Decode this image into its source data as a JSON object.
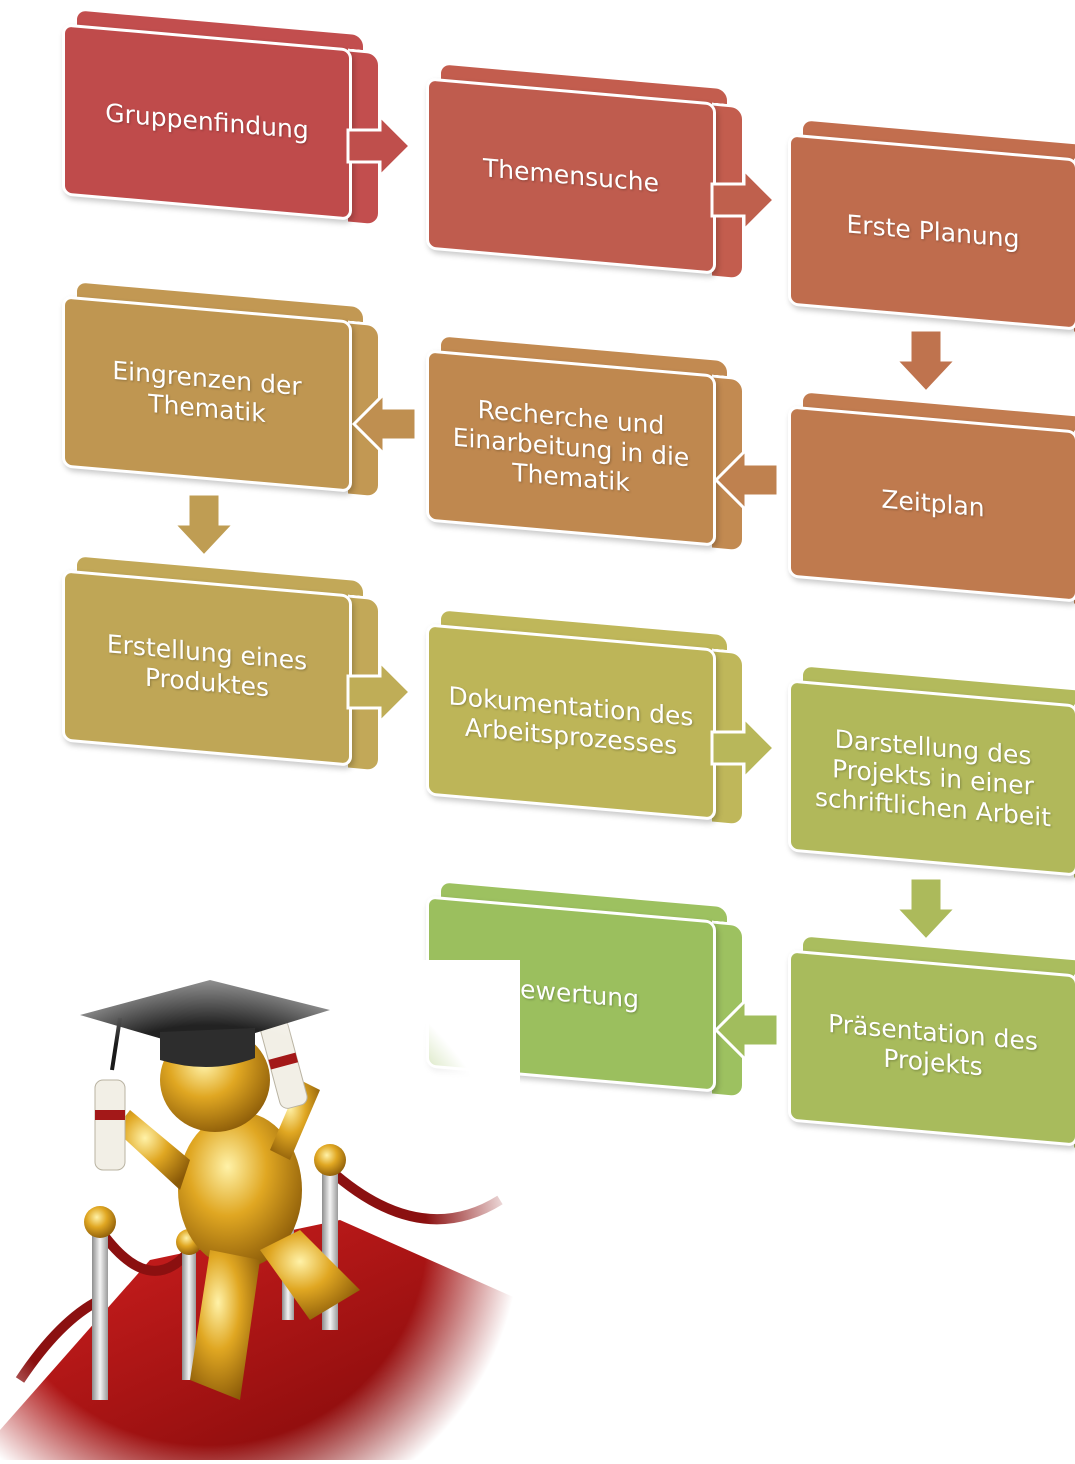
{
  "steps": [
    {
      "label": "Gruppenfindung",
      "color": "#bf4b4b",
      "side": "#c24e4e"
    },
    {
      "label": "Themensuche",
      "color": "#bf5c4e",
      "side": "#c35d4e"
    },
    {
      "label": "Erste Planung",
      "color": "#bf6c4d",
      "side": "#c26e4e"
    },
    {
      "label": "Zeitplan",
      "color": "#bf7a4e",
      "side": "#c27c50"
    },
    {
      "label": "Recherche und Einarbeitung in die Thematik",
      "color": "#bf884f",
      "side": "#c28a51"
    },
    {
      "label": "Eingrenzen der Thematik",
      "color": "#bf9651",
      "side": "#c29853"
    },
    {
      "label": "Erstellung eines Produktes",
      "color": "#bfa656",
      "side": "#c2a858"
    },
    {
      "label": "Dokumentation des Arbeitsprozesses",
      "color": "#bdb558",
      "side": "#bfb75a"
    },
    {
      "label": "Darstellung des Projekts in einer schriftlichen Arbeit",
      "color": "#b1b85a",
      "side": "#b3ba5c"
    },
    {
      "label": "Präsentation des Projekts",
      "color": "#a8bb5c",
      "side": "#aabd5e"
    },
    {
      "label": "Bewertung",
      "color": "#9bbf5e",
      "side": "#9dc160"
    }
  ],
  "arrow_colors": {
    "a1": "#bf4f4c",
    "a2": "#bf604d",
    "a3": "#bf734e",
    "a4": "#bf814f",
    "a5": "#bf8f50",
    "a6": "#bf9d53",
    "a7": "#bfad57",
    "a8": "#b8b75a",
    "a9": "#acba5b",
    "a10": "#a1bd5d"
  }
}
